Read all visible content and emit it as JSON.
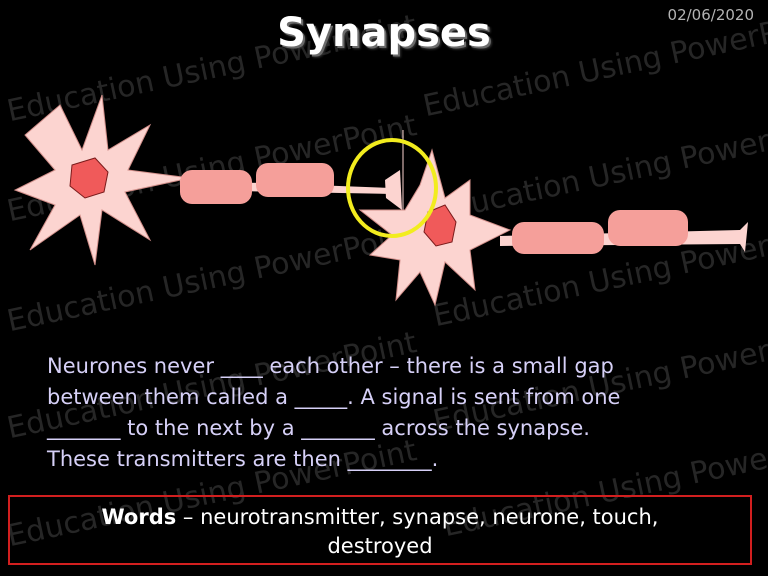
{
  "slide": {
    "date": "02/06/2020",
    "title": "Synapses",
    "watermark": "Education Using PowerPoint",
    "body_lines": [
      "Neurones never ____ each other – there is a small gap",
      "between them called a _____.  A signal is sent from one",
      "_______ to the next by a _______ across the synapse.",
      "These transmitters are then ________."
    ],
    "words_label": "Words",
    "words_list": " – neurotransmitter, synapse, neurone, touch,",
    "words_list_line2": "destroyed"
  },
  "colors": {
    "background": "#000000",
    "cell_body": "#fcd4d0",
    "nucleus": "#f05a5a",
    "myelin": "#f59f9a",
    "highlight_circle": "#f2ec1e",
    "body_text": "#d6d0f7",
    "box_border": "#d21f1f"
  }
}
